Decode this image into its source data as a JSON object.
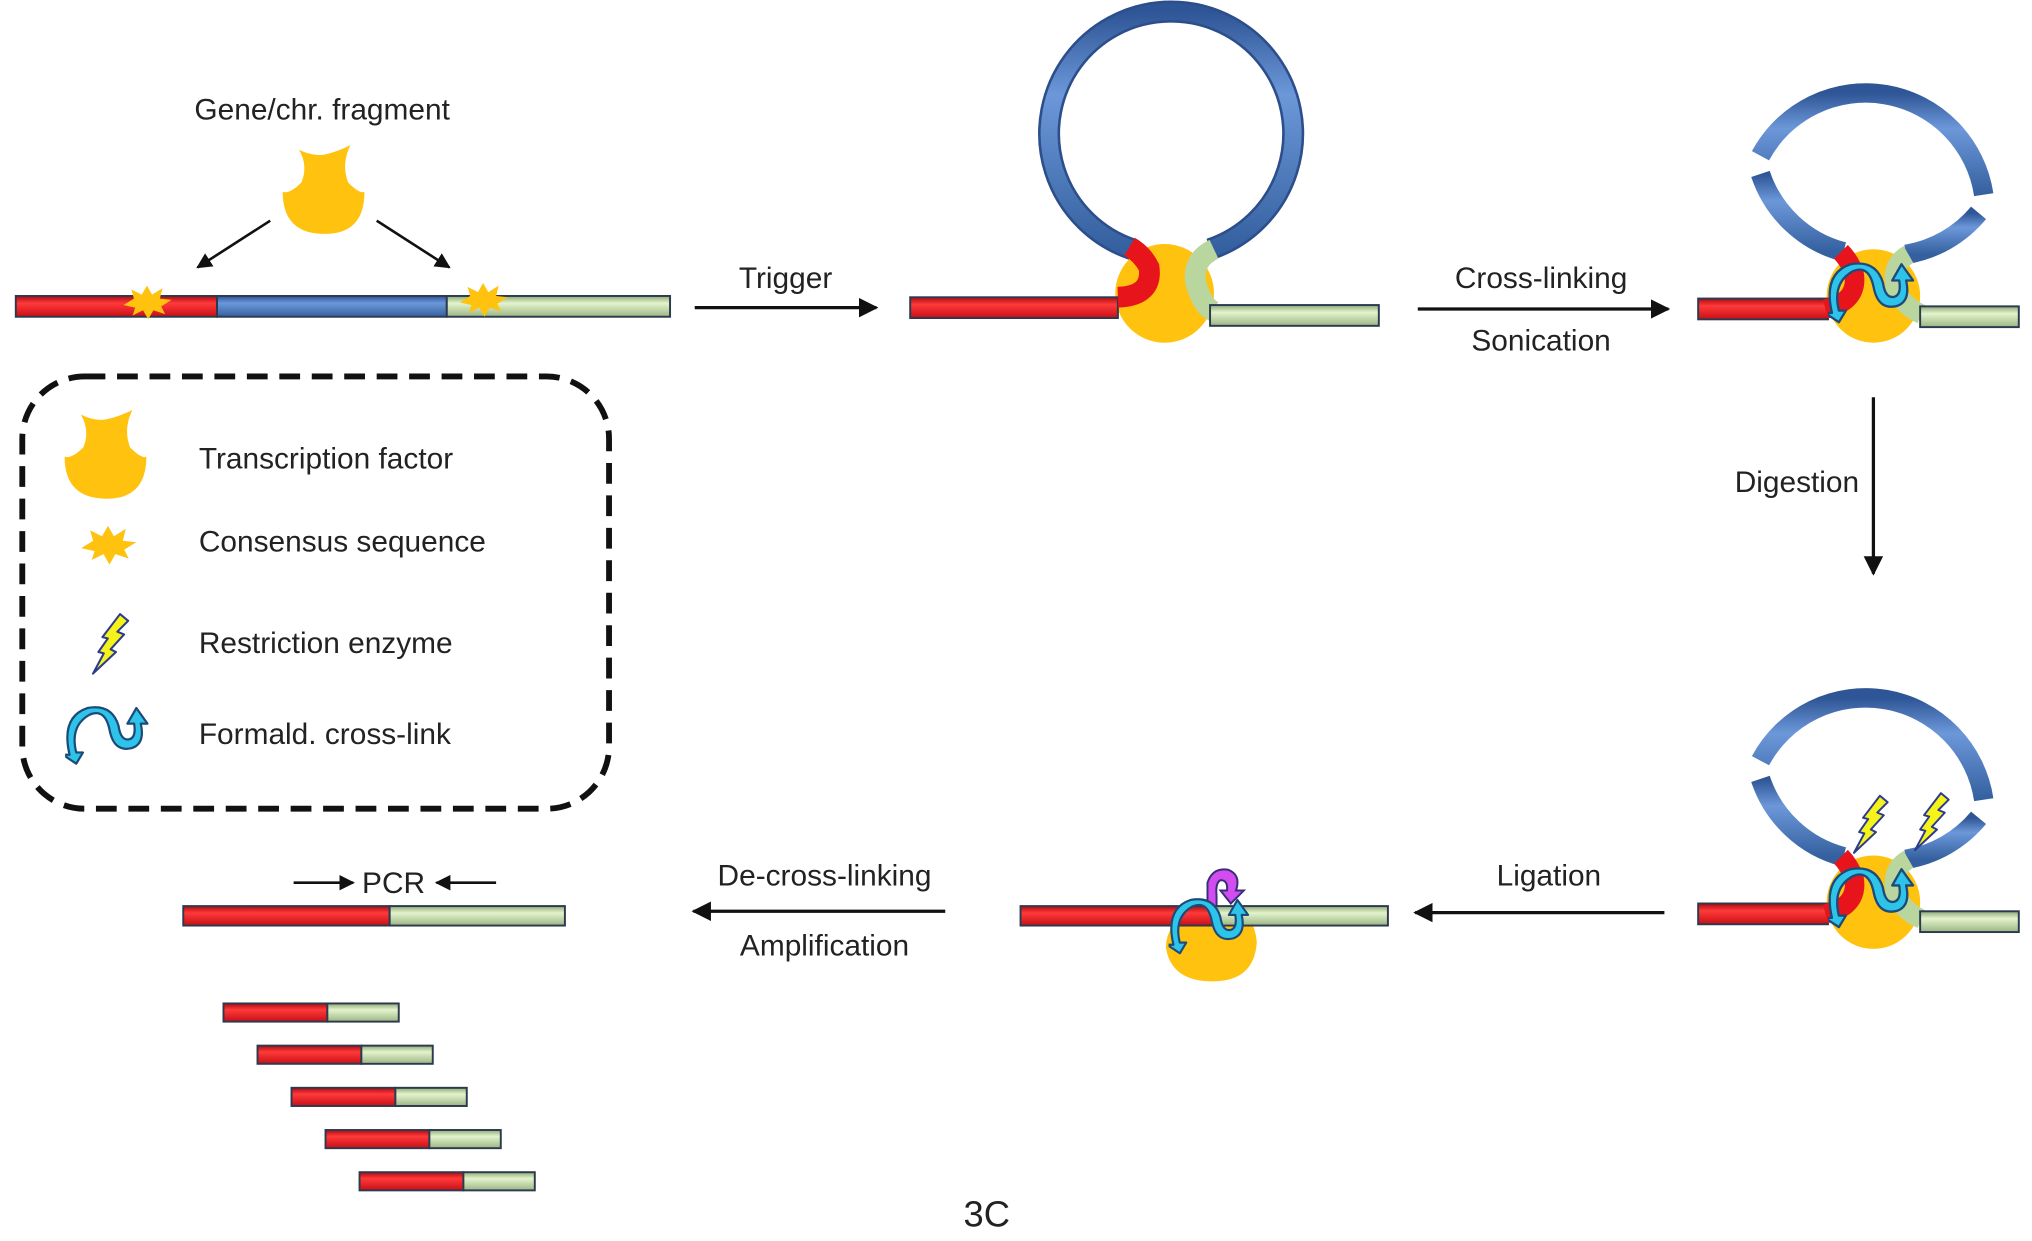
{
  "figure": {
    "panel_label": "3C",
    "colors": {
      "tf_yellow": "#FFC20E",
      "dna_red": "#E8141B",
      "dna_blue": "#3F6FB8",
      "dna_green": "#C9DFB0",
      "crosslink_cyan": "#2EC4EA",
      "enzyme_yellow": "#F5F31A",
      "ligation_purple": "#D24CF0",
      "outline": "#2C3A4F"
    }
  },
  "stage1": {
    "label": "Gene/chr. fragment"
  },
  "steps": {
    "trigger": "Trigger",
    "crosslinking": "Cross-linking",
    "sonication": "Sonication",
    "digestion": "Digestion",
    "ligation": "Ligation",
    "decrosslinking": "De-cross-linking",
    "amplification": "Amplification",
    "pcr": "PCR"
  },
  "legend": {
    "items": [
      {
        "icon": "transcription-factor-icon",
        "label": "Transcription factor"
      },
      {
        "icon": "consensus-sequence-icon",
        "label": "Consensus sequence"
      },
      {
        "icon": "restriction-enzyme-icon",
        "label": "Restriction enzyme"
      },
      {
        "icon": "crosslink-icon",
        "label": "Formald. cross-link"
      }
    ]
  },
  "amplicons": {
    "count": 5
  }
}
